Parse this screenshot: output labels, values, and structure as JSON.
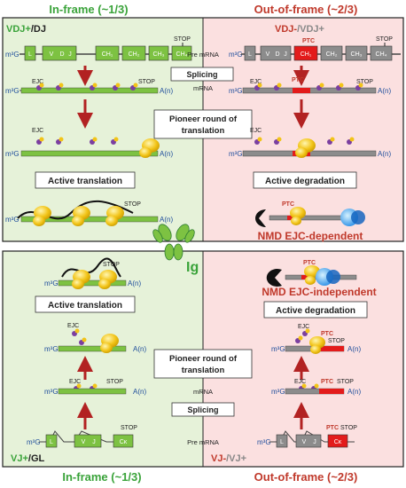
{
  "headers": {
    "top_left": "In-frame (~1/3)",
    "top_right": "Out-of-frame (~2/3)",
    "bottom_left": "In-frame (~1/3)",
    "bottom_right": "Out-of-frame (~2/3)"
  },
  "alleles": {
    "top_left_a": "VDJ+",
    "top_left_b": "/DJ",
    "top_right_a": "VDJ-",
    "top_right_b": "/VDJ+",
    "bottom_left_a": "VJ+",
    "bottom_left_b": "/GL",
    "bottom_right_a": "VJ-",
    "bottom_right_b": "/VJ+"
  },
  "row_labels": {
    "pre_mrna": "Pre mRNA",
    "mrna": "mRNA"
  },
  "boxes": {
    "splicing": "Splicing",
    "pioneer_line1": "Pioneer round of",
    "pioneer_line2": "translation",
    "active_translation": "Active translation",
    "active_degradation": "Active degradation"
  },
  "nmd": {
    "ejc_dependent": "NMD EJC-dependent",
    "ejc_independent": "NMD EJC-independent"
  },
  "labels": {
    "ig": "Ig",
    "stop": "STOP",
    "ptc": "PTC",
    "ejc": "EJC",
    "cap": "m³G",
    "polya": "A(n)"
  },
  "heavy_segments": {
    "l": "L",
    "v": "V",
    "d": "D",
    "j": "J",
    "ch1": "CH₁",
    "ch2": "CH₂",
    "ch3": "CH₃",
    "ch4": "CH₄"
  },
  "light_segments": {
    "l": "L",
    "v": "V",
    "j": "J",
    "ck": "Cκ"
  },
  "colors": {
    "green_bg": "#e6f2d9",
    "pink_bg": "#fbe0e0",
    "green_text": "#3aa33a",
    "red_text": "#c0392b",
    "exon_green": "#7dc242",
    "exon_gray": "#8c8c8c",
    "ptc_red": "#e31b1b",
    "arrow_red": "#b22222",
    "ribosome": "#f2c418"
  }
}
